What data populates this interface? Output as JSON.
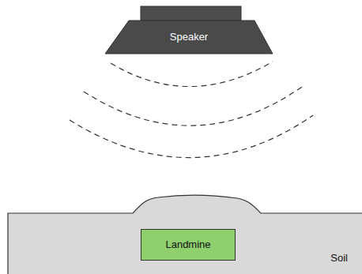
{
  "diagram": {
    "nodes": [
      {
        "text": [
          "Speaker"
        ]
      },
      {
        "text": [
          "Soil"
        ]
      },
      {
        "text": [
          "Landmine"
        ],
        "in": 1
      }
    ]
  }
}
